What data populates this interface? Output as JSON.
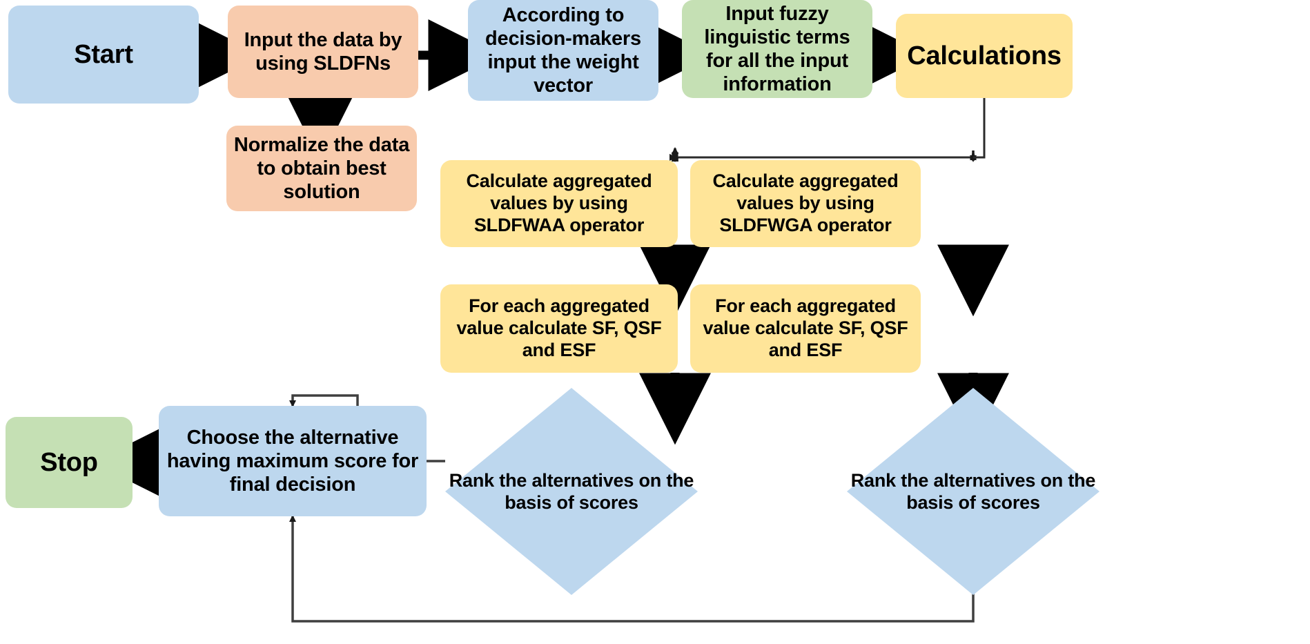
{
  "diagram": {
    "type": "flowchart",
    "title": "SLDFN multi-criteria decision making algorithm flowchart",
    "colors": {
      "blue": "#bdd7ee",
      "peach": "#f8cbad",
      "green": "#c5e0b4",
      "yellow": "#ffe599",
      "arrow_thick": "#000000",
      "connector_line": "#404040",
      "text": "#000000",
      "background": "#ffffff"
    },
    "nodes": {
      "start": {
        "label": "Start",
        "shape": "rounded-rectangle",
        "color": "blue"
      },
      "input_data": {
        "label": "Input the data by using SLDFNs",
        "shape": "rounded-rectangle",
        "color": "peach"
      },
      "weight_vector": {
        "label": "According to decision-makers input the weight vector",
        "shape": "rounded-rectangle",
        "color": "blue"
      },
      "fuzzy_terms": {
        "label": "Input fuzzy linguistic terms for all the input information",
        "shape": "rounded-rectangle",
        "color": "green"
      },
      "calculations": {
        "label": "Calculations",
        "shape": "rounded-rectangle",
        "color": "yellow"
      },
      "normalize": {
        "label": "Normalize the data to obtain best solution",
        "shape": "rounded-rectangle",
        "color": "peach"
      },
      "sldfwaa": {
        "label": "Calculate aggregated values by using SLDFWAA operator",
        "shape": "rounded-rectangle",
        "color": "yellow"
      },
      "sldfwga": {
        "label": "Calculate aggregated values by using SLDFWGA operator",
        "shape": "rounded-rectangle",
        "color": "yellow"
      },
      "scores_left": {
        "label": "For each aggregated value calculate SF, QSF and ESF",
        "shape": "rounded-rectangle",
        "color": "yellow"
      },
      "scores_right": {
        "label": "For each aggregated value calculate SF, QSF and ESF",
        "shape": "rounded-rectangle",
        "color": "yellow"
      },
      "rank_left": {
        "label": "Rank the alternatives on the basis of scores",
        "shape": "diamond",
        "color": "blue"
      },
      "rank_right": {
        "label": "Rank the alternatives on the basis of scores",
        "shape": "diamond",
        "color": "blue"
      },
      "choose": {
        "label": "Choose the alternative having maximum score for final decision",
        "shape": "rounded-rectangle",
        "color": "blue"
      },
      "stop": {
        "label": "Stop",
        "shape": "rounded-rectangle",
        "color": "green"
      }
    },
    "edges": [
      {
        "from": "start",
        "to": "input_data",
        "style": "thick-arrow"
      },
      {
        "from": "input_data",
        "to": "weight_vector",
        "style": "thick-arrow"
      },
      {
        "from": "weight_vector",
        "to": "fuzzy_terms",
        "style": "thick-arrow"
      },
      {
        "from": "fuzzy_terms",
        "to": "calculations",
        "style": "thick-arrow"
      },
      {
        "from": "input_data",
        "to": "normalize",
        "style": "thick-arrow"
      },
      {
        "from": "calculations",
        "to": "sldfwaa",
        "style": "thin-arrow"
      },
      {
        "from": "calculations",
        "to": "sldfwga",
        "style": "thin-arrow"
      },
      {
        "from": "sldfwaa",
        "to": "scores_left",
        "style": "thick-arrow"
      },
      {
        "from": "sldfwga",
        "to": "scores_right",
        "style": "thick-arrow"
      },
      {
        "from": "scores_left",
        "to": "rank_left",
        "style": "thick-arrow"
      },
      {
        "from": "scores_right",
        "to": "rank_right",
        "style": "thick-arrow"
      },
      {
        "from": "rank_left",
        "to": "choose",
        "style": "thin-arrow"
      },
      {
        "from": "rank_right",
        "to": "choose",
        "style": "thin-arrow"
      },
      {
        "from": "choose",
        "to": "stop",
        "style": "thick-arrow"
      }
    ]
  }
}
